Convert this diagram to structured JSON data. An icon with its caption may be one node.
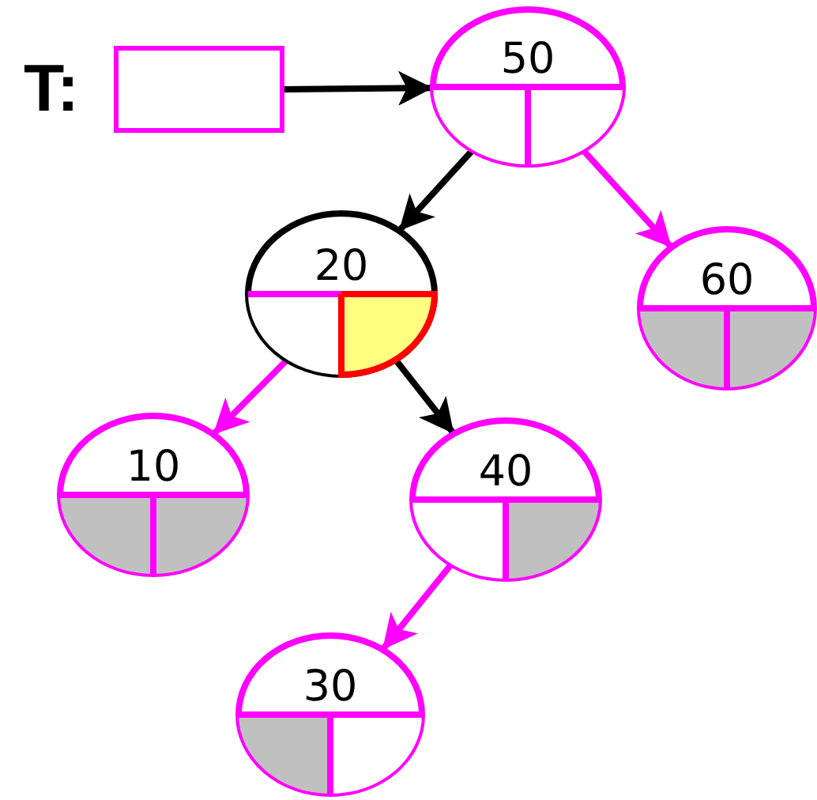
{
  "diagram": {
    "nodes": [
      {
        "text": [],
        "shape": "box",
        "beside": [
          "T:"
        ]
      },
      {
        "text": [
          "50"
        ]
      },
      {
        "text": [
          "20"
        ]
      },
      {
        "text": [
          "60"
        ]
      },
      {
        "text": [
          "10"
        ]
      },
      {
        "text": [
          "40"
        ]
      },
      {
        "text": [
          "30"
        ]
      }
    ],
    "edges": [
      {
        "from": 0,
        "to": 1,
        "arrow": "to"
      },
      {
        "from": 1,
        "to": 2,
        "arrow": "to"
      },
      {
        "from": 1,
        "to": 3,
        "arrow": "to",
        "color": "#ff00ff"
      },
      {
        "from": 2,
        "to": 4,
        "arrow": "to",
        "color": "#ff00ff"
      },
      {
        "from": 2,
        "to": 5,
        "arrow": "to"
      },
      {
        "from": 5,
        "to": 6,
        "arrow": "to",
        "color": "#ff00ff"
      }
    ]
  }
}
